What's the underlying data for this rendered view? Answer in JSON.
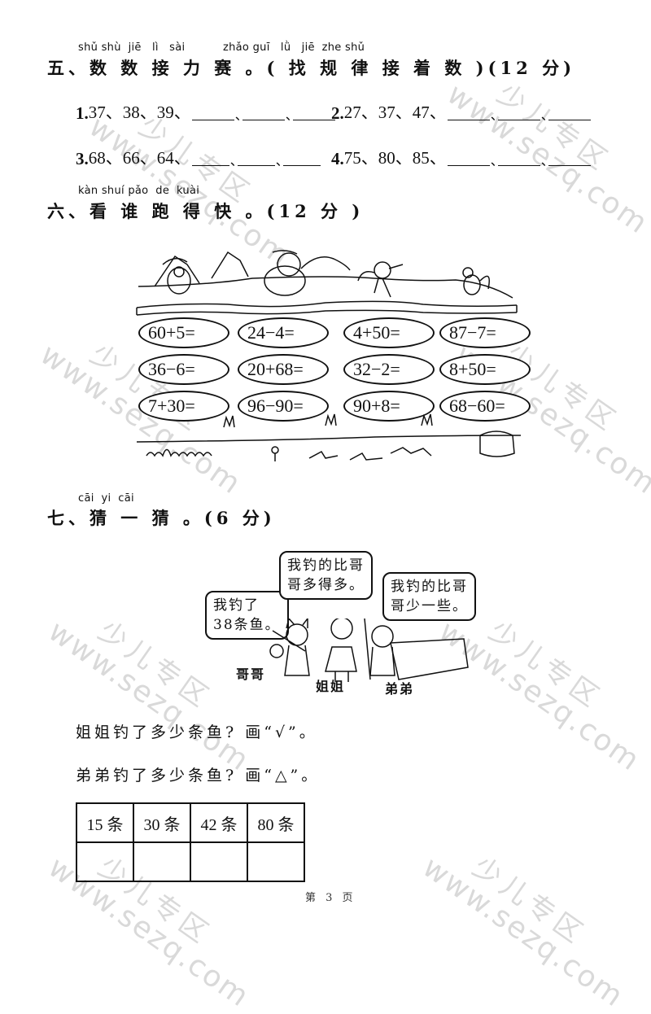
{
  "section5": {
    "pinyin_left": "shǔ shù  jiē   lì   sài",
    "pinyin_right": "zhǎo guī   lǜ   jiē  zhe shǔ",
    "heading": "五、数 数 接 力 赛 。( 找 规 律 接 着 数 )(12 分)",
    "problems": [
      {
        "num": "1.",
        "given": "37、38、39、"
      },
      {
        "num": "2.",
        "given": "27、37、47、"
      },
      {
        "num": "3.",
        "given": "68、66、64、"
      },
      {
        "num": "4.",
        "given": "75、80、85、"
      }
    ],
    "separator": "、"
  },
  "section6": {
    "pinyin": "kàn shuí pǎo  de  kuài",
    "heading": "六、看 谁 跑 得 快 。(12 分 )",
    "equations": [
      [
        "60+5=",
        "24−4=",
        "4+50=",
        "87−7="
      ],
      [
        "36−6=",
        "20+68=",
        "32−2=",
        "8+50="
      ],
      [
        "7+30=",
        "96−90=",
        "90+8=",
        "68−60="
      ]
    ]
  },
  "section7": {
    "pinyin": "cāi  yi  cāi",
    "heading": "七、猜 一 猜 。(6 分)",
    "bubbles": {
      "gege": "我钓了\n38条鱼。",
      "jiejie": "我钓的比哥\n哥多得多。",
      "didi": "我钓的比哥\n哥少一些。"
    },
    "labels": {
      "gege": "哥哥",
      "jiejie": "姐姐",
      "didi": "弟弟"
    },
    "question1": "姐姐钓了多少条鱼? 画“√”。",
    "question2": "弟弟钓了多少条鱼? 画“△”。",
    "table": {
      "options": [
        "15 条",
        "30 条",
        "42 条",
        "80 条"
      ],
      "answers": [
        "",
        "",
        "",
        ""
      ]
    }
  },
  "footer": {
    "page": "第 3 页"
  },
  "watermark": {
    "cn": "少儿专区",
    "url": "www.sezq.com"
  }
}
